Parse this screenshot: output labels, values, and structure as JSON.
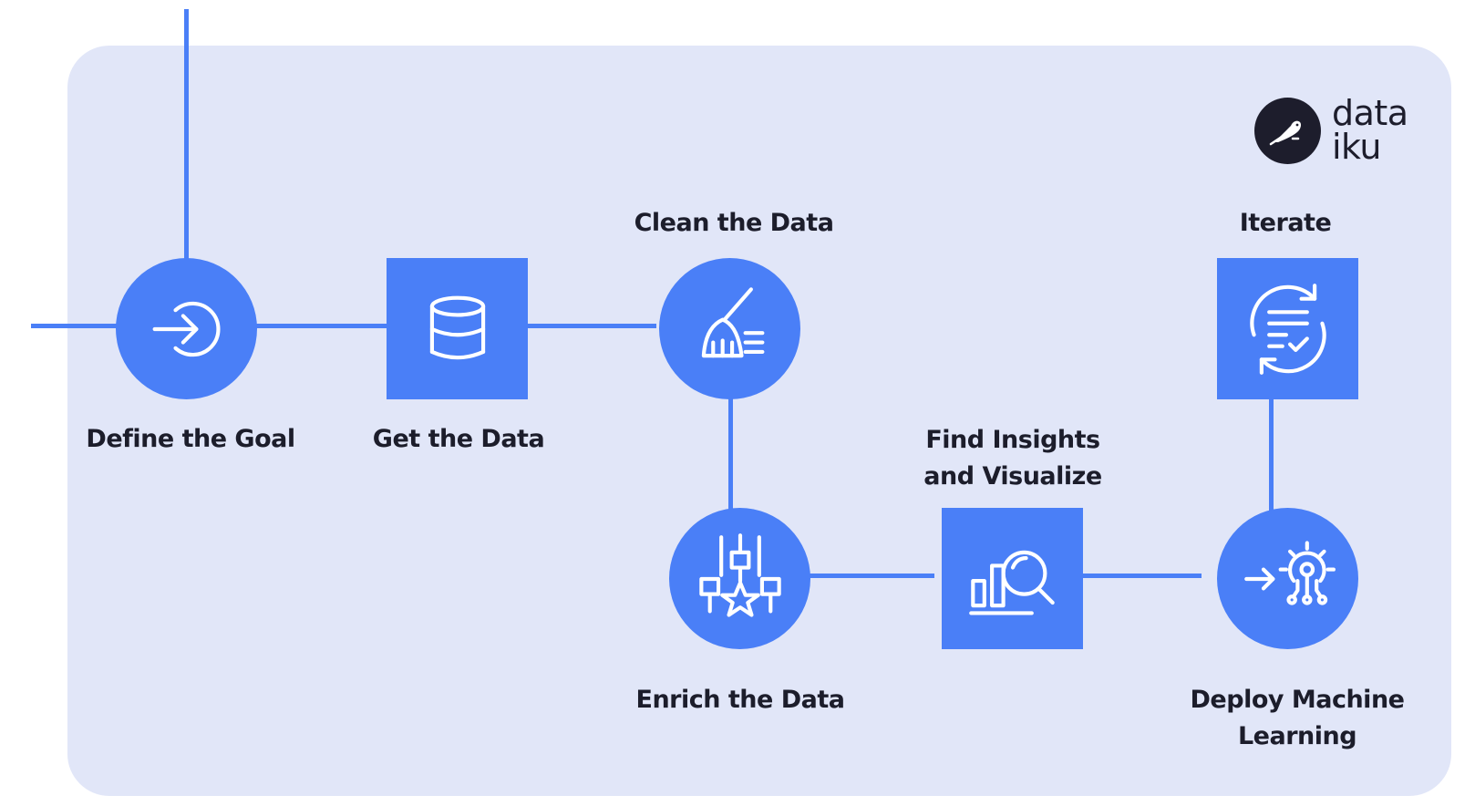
{
  "colors": {
    "background": "#ffffff",
    "panel": "#e1e6f8",
    "accent": "#4a7ff7",
    "text": "#1c1d2b",
    "logo": "#1d1d2c"
  },
  "brand": {
    "line1": "data",
    "line2": "iku",
    "icon": "bird-icon"
  },
  "steps": [
    {
      "id": "define",
      "label": "Define the Goal",
      "shape": "circle",
      "icon": "arrow-in-circle-icon"
    },
    {
      "id": "get",
      "label": "Get the Data",
      "shape": "square",
      "icon": "database-icon"
    },
    {
      "id": "clean",
      "label": "Clean the Data",
      "shape": "circle",
      "icon": "broom-icon"
    },
    {
      "id": "enrich",
      "label": "Enrich the Data",
      "shape": "circle",
      "icon": "sliders-star-icon"
    },
    {
      "id": "insights",
      "label_lines": [
        "Find Insights",
        "and Visualize"
      ],
      "shape": "square",
      "icon": "bar-chart-magnifier-icon"
    },
    {
      "id": "deploy",
      "label_lines": [
        "Deploy Machine",
        "Learning"
      ],
      "shape": "circle",
      "icon": "arrow-gear-icon"
    },
    {
      "id": "iterate",
      "label": "Iterate",
      "shape": "square",
      "icon": "refresh-checklist-icon"
    }
  ]
}
